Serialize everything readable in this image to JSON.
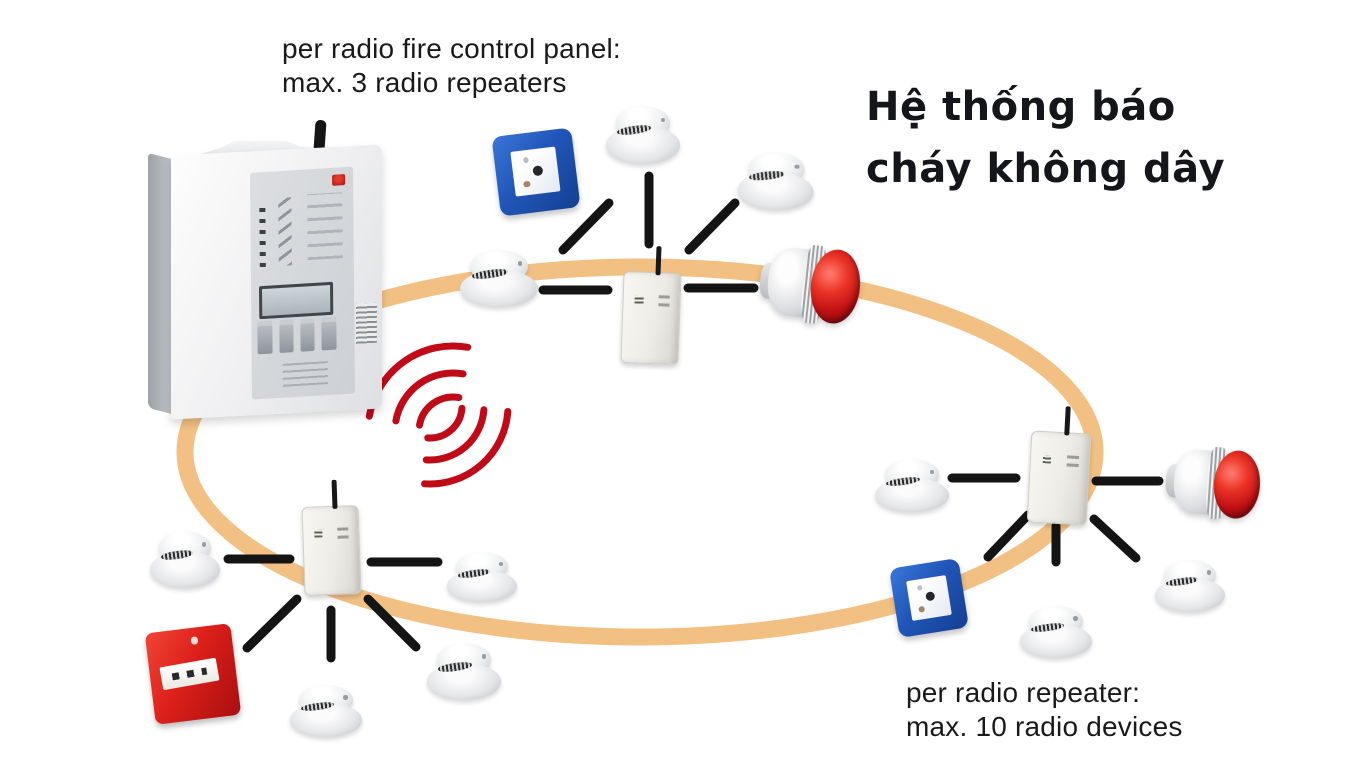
{
  "title": {
    "line1": "Hệ thống báo",
    "line2": "cháy không dây"
  },
  "captions": {
    "control_panel": {
      "line1": "per radio fire control panel:",
      "line2": "max. 3 radio repeaters"
    },
    "repeater": {
      "line1": "per radio repeater:",
      "line2": "max. 10 radio devices"
    }
  },
  "colors": {
    "background": "#ffffff",
    "ring": "#f2c083",
    "connection_line": "#141414",
    "radio_wave": "#c00a18",
    "call_point_blue": "#2156b8",
    "call_point_red": "#dc1f1a",
    "siren_dome": "#c01014",
    "text": "#1a1a1a"
  },
  "diagram": {
    "control_panel": "radio fire control panel",
    "ring": "radio repeater ring",
    "groups": [
      {
        "repeater": "radio repeater (top)",
        "devices": [
          "manual call point (blue)",
          "smoke detector",
          "smoke detector",
          "smoke detector",
          "siren (red)"
        ]
      },
      {
        "repeater": "radio repeater (left)",
        "devices": [
          "smoke detector",
          "manual call point (red)",
          "smoke detector",
          "smoke detector",
          "smoke detector"
        ]
      },
      {
        "repeater": "radio repeater (right)",
        "devices": [
          "smoke detector",
          "siren (red)",
          "manual call point (blue)",
          "smoke detector",
          "smoke detector"
        ]
      }
    ]
  }
}
